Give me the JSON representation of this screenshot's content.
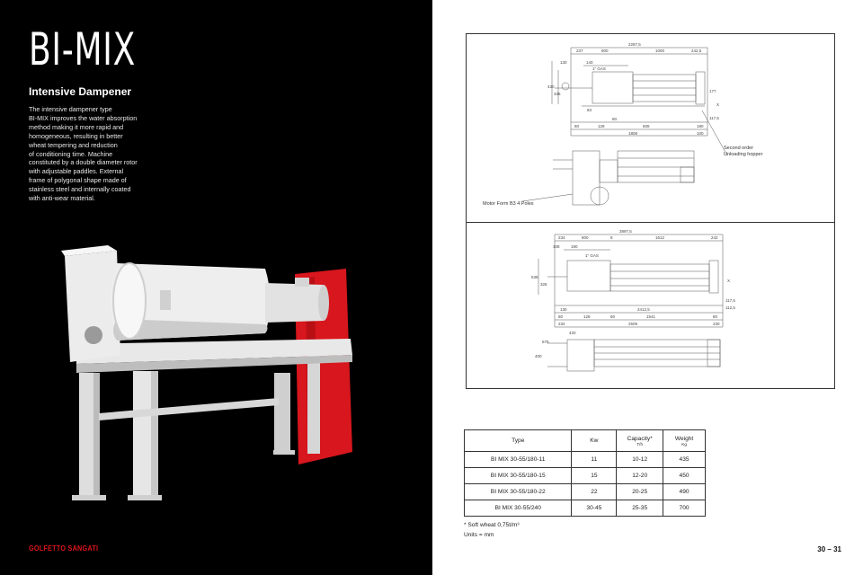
{
  "left": {
    "title": "BI-MIX",
    "subtitle": "Intensive Dampener",
    "description": "The intensive dampener type\nBI-MIX improves the water absorption\nmethod making it more rapid and\nhomogeneous, resulting in better\nwheat tempering and reduction\nof conditioning time. Machine\nconstituted by a double diameter rotor\nwith adjustable paddles. External\nframe of polygonal shape made of\nstainless steel and internally coated\nwith anti-wear material.",
    "logo": "GOLFETTO SANGATI"
  },
  "drawing_top": {
    "dims": [
      "2287,5",
      "237",
      "800",
      "1000",
      "242,5",
      "130",
      "140",
      "1\" GAS",
      "430",
      "336",
      "83",
      "80",
      "80",
      "128",
      "608",
      "180",
      "1808",
      "100",
      "177",
      "117,5",
      "X"
    ],
    "label_motor": "Motor Form B3 4 Poles",
    "label_hopper": "Second order\nUnloading hopper"
  },
  "drawing_bottom": {
    "dims": [
      "3897,5",
      "234",
      "800",
      "8",
      "1612",
      "242",
      "108",
      "190",
      "1\" GAS",
      "538",
      "326",
      "130",
      "2412,5",
      "117,5",
      "112,5",
      "80",
      "128",
      "80",
      "1541",
      "80",
      "234",
      "2509",
      "230",
      "420",
      "575",
      "400",
      "X"
    ]
  },
  "table": {
    "headers": {
      "type": "Type",
      "kw": "Kw",
      "capacity": "Capacity*",
      "capacity_unit": "T/h",
      "weight": "Weight",
      "weight_unit": "Kg"
    },
    "rows": [
      [
        "BI MIX 30-55/180-11",
        "11",
        "10-12",
        "435"
      ],
      [
        "BI MIX 30-55/180-15",
        "15",
        "12-20",
        "450"
      ],
      [
        "BI MIX 30-55/180-22",
        "22",
        "20-25",
        "490"
      ],
      [
        "BI MIX 30-55/240",
        "30-45",
        "25-35",
        "700"
      ]
    ]
  },
  "note": "* Soft wheat 0,75t/m³",
  "units": "Units = mm",
  "page_number": "30 – 31",
  "colors": {
    "left_bg": "#000000",
    "brand_red": "#e0141c",
    "machine_red": "#d8161d",
    "machine_grey": "#e4e4e4"
  }
}
